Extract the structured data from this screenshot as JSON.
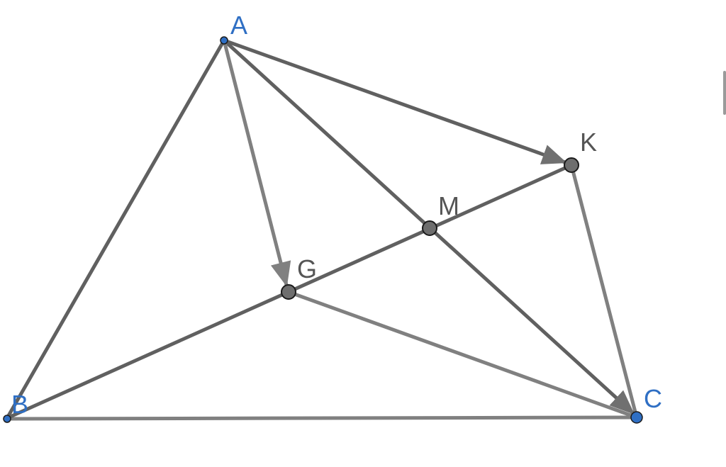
{
  "points": {
    "A": {
      "label": "A",
      "color": "#2f6fc4"
    },
    "B": {
      "label": "B",
      "color": "#2f6fc4"
    },
    "C": {
      "label": "C",
      "color": "#2f6fc4"
    },
    "K": {
      "label": "K",
      "color": "#6e6e6e"
    },
    "M": {
      "label": "M",
      "color": "#6e6e6e"
    },
    "G": {
      "label": "G",
      "color": "#6e6e6e"
    }
  },
  "segments": [
    {
      "from": "A",
      "to": "B",
      "vector": false
    },
    {
      "from": "B",
      "to": "C",
      "vector": false
    },
    {
      "from": "A",
      "to": "C",
      "vector": true
    },
    {
      "from": "A",
      "to": "K",
      "vector": true
    },
    {
      "from": "A",
      "to": "G",
      "vector": true
    },
    {
      "from": "B",
      "to": "K",
      "vector": false
    },
    {
      "from": "G",
      "to": "C",
      "vector": false
    },
    {
      "from": "K",
      "to": "C",
      "vector": false
    }
  ]
}
